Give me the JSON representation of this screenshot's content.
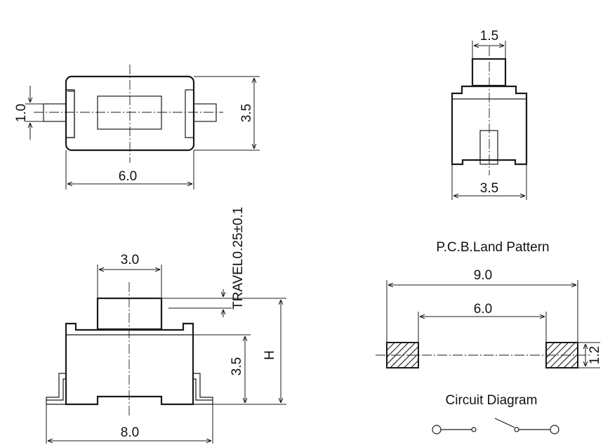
{
  "top_view": {
    "width": "6.0",
    "height": "3.5",
    "pin_width": "1.0"
  },
  "side_view": {
    "top_width": "1.5",
    "bottom_width": "3.5"
  },
  "front_view": {
    "actuator_width": "3.0",
    "travel": "TRAVEL0.25±0.1",
    "body_height": "3.5",
    "total_height": "H",
    "overall_width": "8.0"
  },
  "pcb": {
    "title": "P.C.B.Land Pattern",
    "outer_width": "9.0",
    "inner_width": "6.0",
    "pad_height": "1.2"
  },
  "circuit": {
    "title": "Circuit Diagram"
  }
}
